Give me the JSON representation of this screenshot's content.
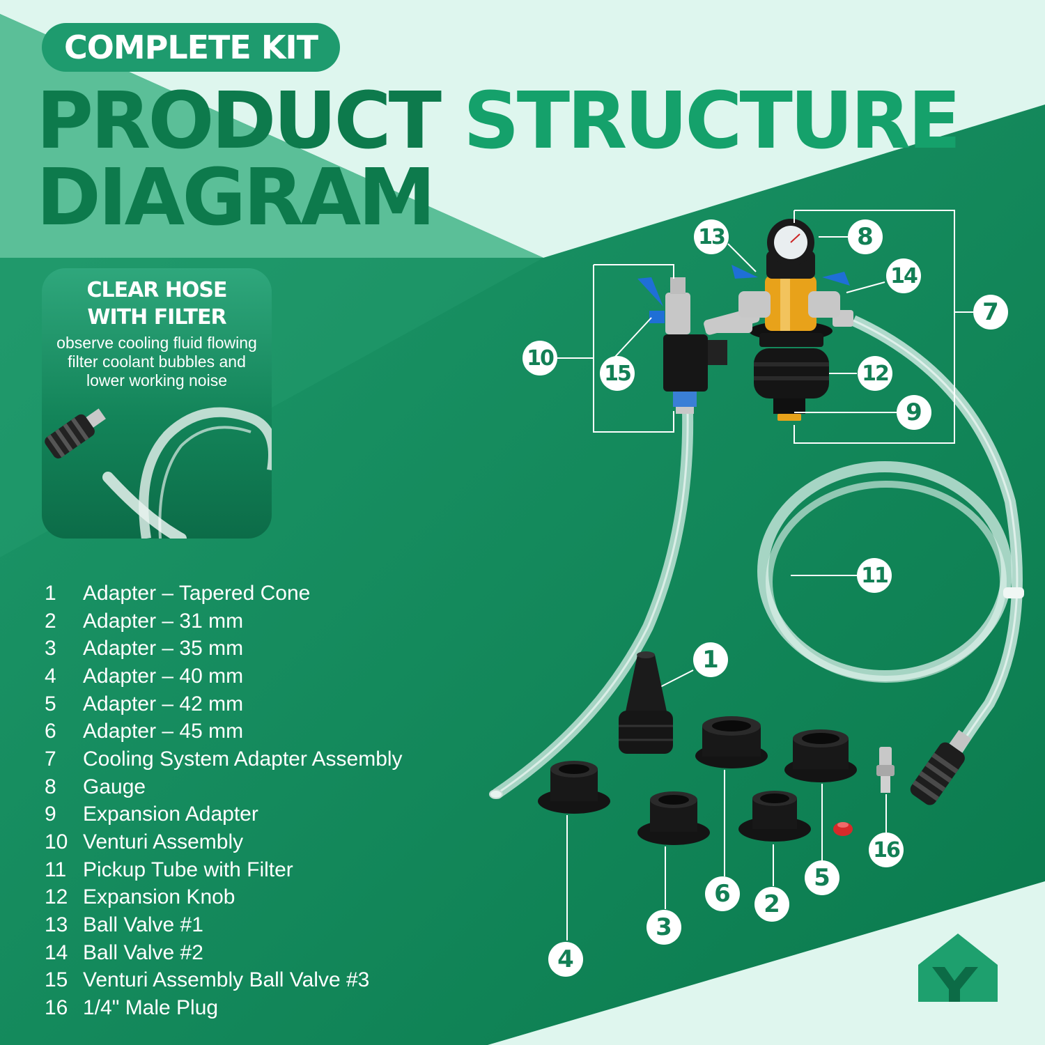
{
  "badge": "COMPLETE KIT",
  "title": {
    "line1_part1": "PRODUCT",
    "line1_part2": "STRUCTURE",
    "line2": "DIAGRAM"
  },
  "feature_card": {
    "title_line1": "CLEAR HOSE",
    "title_line2": "WITH FILTER",
    "desc_line1": "observe cooling fluid flowing",
    "desc_line2": "filter coolant bubbles and",
    "desc_line3": "lower working noise"
  },
  "parts": [
    {
      "num": "1",
      "name": "Adapter – Tapered Cone"
    },
    {
      "num": "2",
      "name": "Adapter – 31 mm"
    },
    {
      "num": "3",
      "name": "Adapter – 35 mm"
    },
    {
      "num": "4",
      "name": "Adapter – 40 mm"
    },
    {
      "num": "5",
      "name": "Adapter – 42 mm"
    },
    {
      "num": "6",
      "name": "Adapter – 45 mm"
    },
    {
      "num": "7",
      "name": "Cooling System Adapter Assembly"
    },
    {
      "num": "8",
      "name": "Gauge"
    },
    {
      "num": "9",
      "name": "Expansion Adapter"
    },
    {
      "num": "10",
      "name": "Venturi Assembly"
    },
    {
      "num": "11",
      "name": "Pickup Tube with Filter"
    },
    {
      "num": "12",
      "name": "Expansion Knob"
    },
    {
      "num": "13",
      "name": "Ball Valve #1"
    },
    {
      "num": "14",
      "name": "Ball Valve #2"
    },
    {
      "num": "15",
      "name": "Venturi Assembly Ball Valve #3"
    },
    {
      "num": "16",
      "name": "1/4\" Male Plug"
    }
  ],
  "callouts": [
    "1",
    "2",
    "3",
    "4",
    "5",
    "6",
    "7",
    "8",
    "9",
    "10",
    "11",
    "12",
    "13",
    "14",
    "15",
    "16"
  ],
  "colors": {
    "dark_green": "#0d7a4c",
    "accent_green": "#15a16b",
    "mint": "#dff6ee",
    "valve_blue": "#1f6fd6",
    "brass": "#e8a21a",
    "plug_red": "#d62a2a"
  },
  "logo_icon": "house-y-logo-icon"
}
